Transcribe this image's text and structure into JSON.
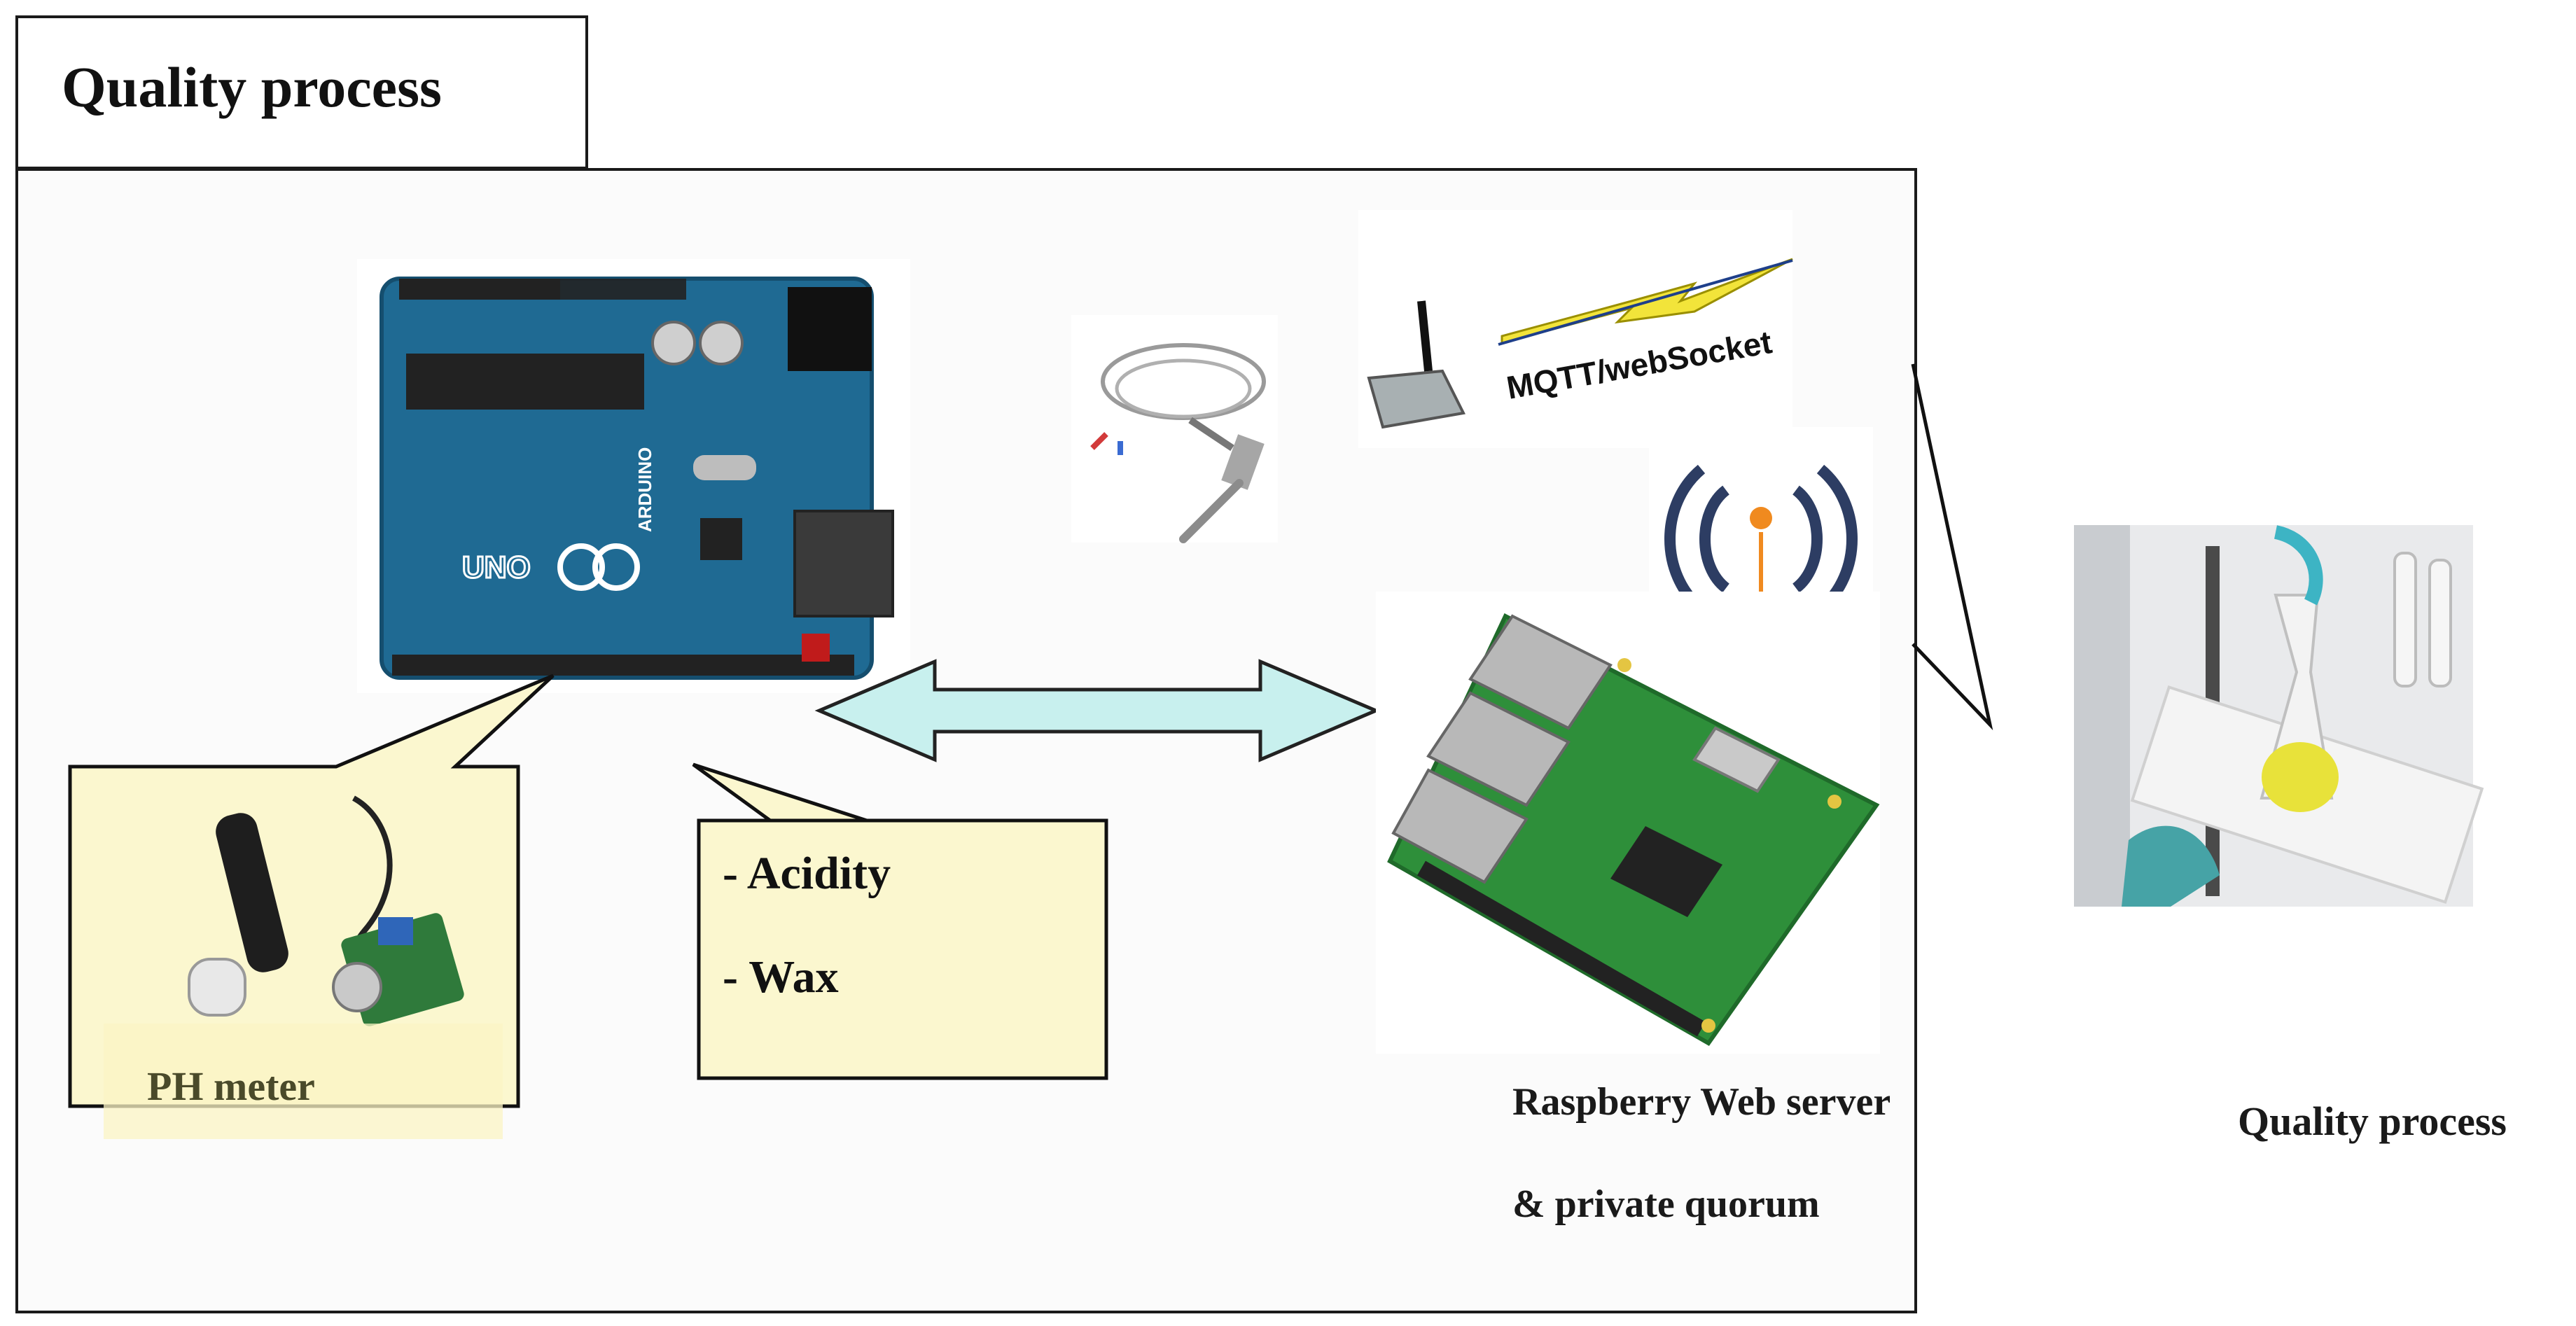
{
  "header": {
    "title": "Quality process"
  },
  "nodes": {
    "ph_meter": {
      "label": "PH meter"
    },
    "measurements": {
      "items": [
        "- Acidity",
        "- Wax"
      ]
    },
    "gateway": {
      "protocol_label": "MQTT/webSocket",
      "broker_logo_text": "mosquitto"
    },
    "arduino": {
      "board_text": "UNO",
      "brand_text": "ARDUINO"
    },
    "raspberry": {
      "label_line1": "Raspberry Web server",
      "label_line2": "& private quorum"
    },
    "lab": {
      "label": "Quality process"
    }
  },
  "colors": {
    "arduino_board": "#1f6a93",
    "raspberry_board": "#2e8f3a",
    "callout_fill": "#fbf7cf",
    "arrow_fill": "#c8f0ee",
    "mqtt_bolt": "#f2e43a",
    "mosquitto_blue": "#2d3d63",
    "mosquitto_orange": "#f08a1f"
  }
}
